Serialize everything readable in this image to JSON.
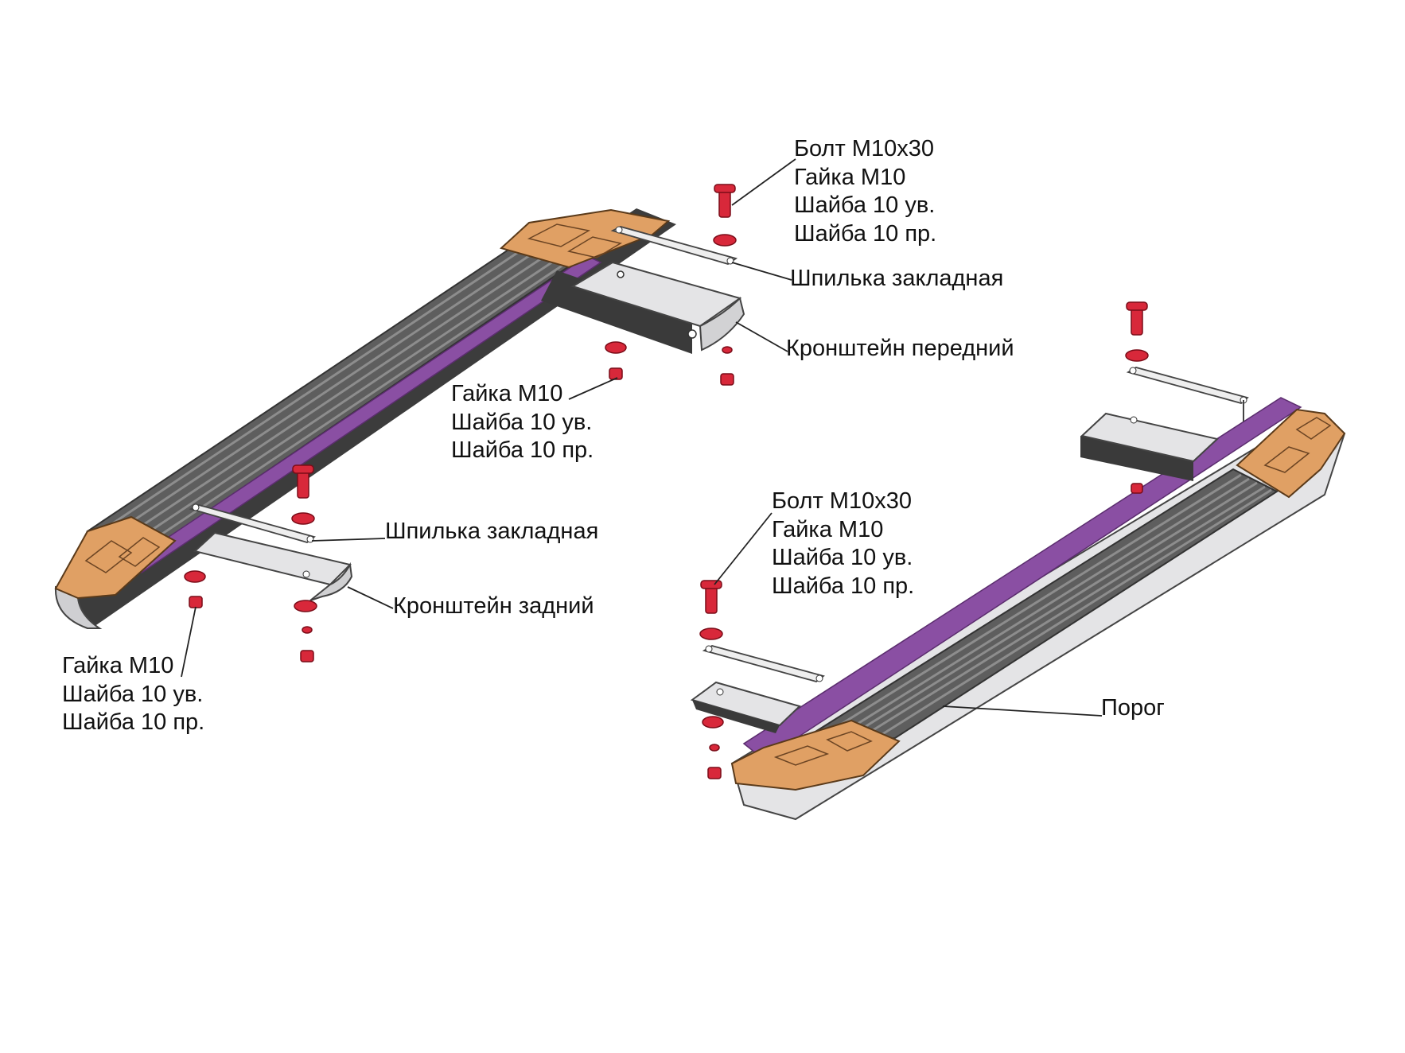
{
  "colors": {
    "tread": "#5e5e5e",
    "tread_stripe": "#8a8a8a",
    "end_cap": "#e0a064",
    "purple_strip": "#8a4fa3",
    "metal": "#e4e4e6",
    "metal_dark": "#3a3a3a",
    "hardware": "#d8283a",
    "leader": "#222222"
  },
  "labels": {
    "top_bolt_group": [
      "Болт М10х30",
      "Гайка М10",
      "Шайба 10 ув.",
      "Шайба 10 пр."
    ],
    "stud_front": "Шпилька закладная",
    "bracket_front": "Кронштейн передний",
    "mid_nut_group": [
      "Гайка М10",
      "Шайба 10 ув.",
      "Шайба 10 пр."
    ],
    "stud_rear": "Шпилька закладная",
    "bracket_rear": "Кронштейн задний",
    "left_nut_group": [
      "Гайка М10",
      "Шайба 10 ув.",
      "Шайба 10 пр."
    ],
    "right_bolt_group": [
      "Болт М10х30",
      "Гайка М10",
      "Шайба 10 ув.",
      "Шайба 10 пр."
    ],
    "sill": "Порог"
  }
}
